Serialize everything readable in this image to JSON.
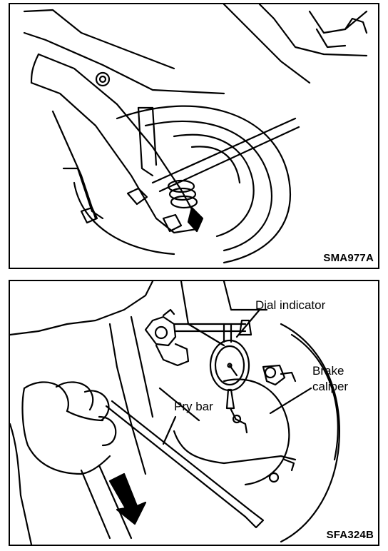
{
  "top_figure": {
    "code": "SMA977A"
  },
  "bottom_figure": {
    "code": "SFA324B",
    "labels": {
      "dial_indicator": "Dial indicator",
      "brake_line1": "Brake",
      "brake_line2": "caliper",
      "pry_bar": "Pry bar"
    }
  },
  "colors": {
    "ink": "#000000",
    "paper": "#ffffff"
  }
}
